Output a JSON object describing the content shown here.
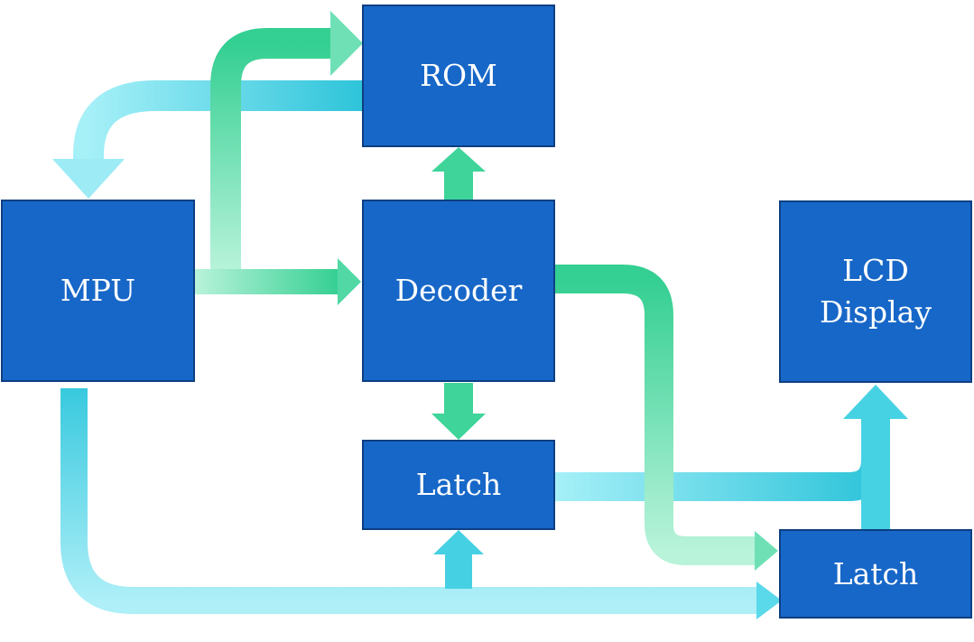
{
  "colors": {
    "box_fill": "#1767c8",
    "box_border": "#0d3f82",
    "box_text": "#ffffff",
    "arrow_green": "#3fd49a",
    "arrow_cyan": "#3ccfe0"
  },
  "blocks": {
    "rom": "ROM",
    "mpu": "MPU",
    "decoder": "Decoder",
    "latch_left": "Latch",
    "lcd_line1": "LCD",
    "lcd_line2": "Display",
    "latch_right": "Latch"
  },
  "connections": [
    {
      "from": "MPU",
      "to": "ROM"
    },
    {
      "from": "ROM",
      "to": "MPU"
    },
    {
      "from": "MPU",
      "to": "Decoder"
    },
    {
      "from": "Decoder",
      "to": "ROM"
    },
    {
      "from": "Decoder",
      "to": "Latch"
    },
    {
      "from": "Decoder",
      "to": "Latch (right)"
    },
    {
      "from": "MPU",
      "to": "Latch"
    },
    {
      "from": "MPU",
      "to": "Latch (right)"
    },
    {
      "from": "Latch",
      "to": "LCD Display"
    },
    {
      "from": "Latch (right)",
      "to": "LCD Display"
    }
  ]
}
